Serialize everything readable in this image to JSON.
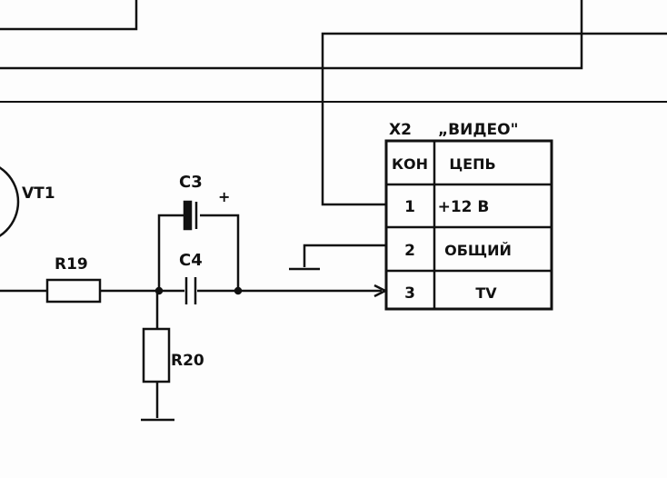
{
  "connector": {
    "ref": "X2",
    "name": "„ВИДЕО\"",
    "header": {
      "pin": "КОН",
      "circuit": "ЦЕПЬ"
    },
    "rows": [
      {
        "pin": "1",
        "circuit": "+12 В"
      },
      {
        "pin": "2",
        "circuit": "ОБЩИЙ"
      },
      {
        "pin": "3",
        "circuit": "TV"
      }
    ]
  },
  "components": {
    "transistor": "VT1",
    "c3": "C3",
    "c3_polarity": "+",
    "c4": "C4",
    "r19": "R19",
    "r20": "R20"
  }
}
